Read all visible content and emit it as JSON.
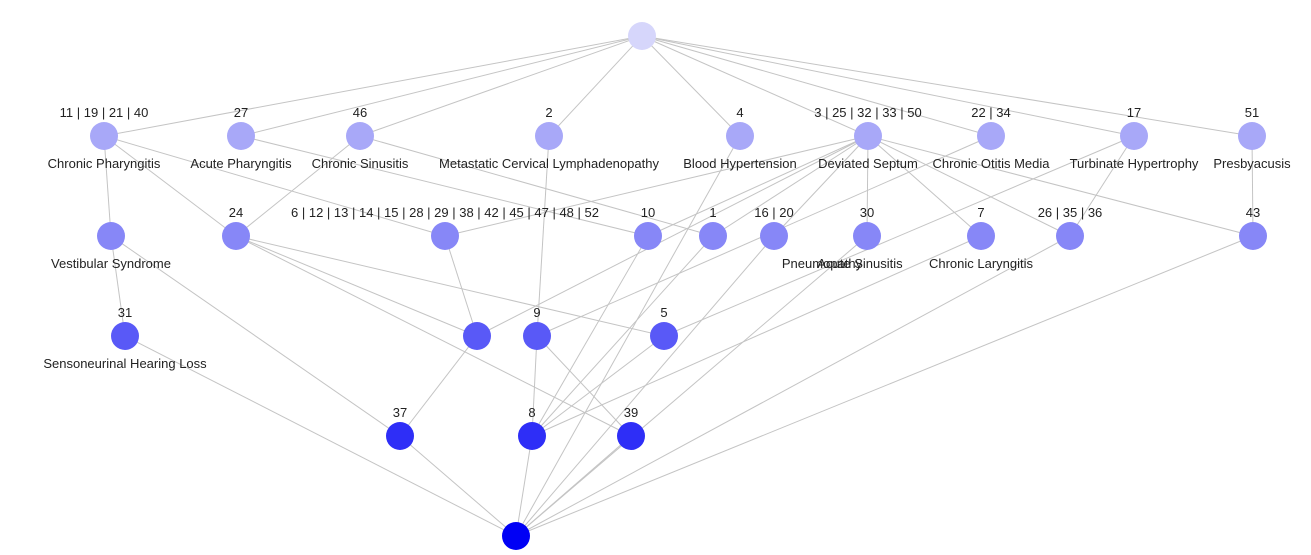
{
  "colors": {
    "level0": "#d6d6fb",
    "level1": "#a8a8f8",
    "level2": "#8787f7",
    "level3": "#5959f7",
    "level4": "#2e2ef7",
    "level5": "#0000f5",
    "edge": "#c4c4c4",
    "text": "#222222"
  },
  "nodes": [
    {
      "id": "top",
      "level": 0,
      "top": "",
      "bottom": ""
    },
    {
      "id": "n-11-19-21-40",
      "level": 1,
      "top": "11 | 19 | 21 | 40",
      "bottom": "Chronic Pharyngitis"
    },
    {
      "id": "n-27",
      "level": 1,
      "top": "27",
      "bottom": "Acute Pharyngitis"
    },
    {
      "id": "n-46",
      "level": 1,
      "top": "46",
      "bottom": "Chronic Sinusitis"
    },
    {
      "id": "n-2",
      "level": 1,
      "top": "2",
      "bottom": "Metastatic Cervical Lymphadenopathy"
    },
    {
      "id": "n-4",
      "level": 1,
      "top": "4",
      "bottom": "Blood Hypertension"
    },
    {
      "id": "n-3-25-32-33-50",
      "level": 1,
      "top": "3 | 25 | 32 | 33 | 50",
      "bottom": "Deviated Septum"
    },
    {
      "id": "n-22-34",
      "level": 1,
      "top": "22 | 34",
      "bottom": "Chronic Otitis Media"
    },
    {
      "id": "n-17",
      "level": 1,
      "top": "17",
      "bottom": "Turbinate Hypertrophy"
    },
    {
      "id": "n-51",
      "level": 1,
      "top": "51",
      "bottom": "Presbyacusis"
    },
    {
      "id": "vestibular",
      "level": 2,
      "top": "",
      "bottom": "Vestibular Syndrome"
    },
    {
      "id": "n-24",
      "level": 2,
      "top": "24",
      "bottom": ""
    },
    {
      "id": "n-6-group",
      "level": 2,
      "top": "6 | 12 | 13 | 14 | 15 | 28 | 29 | 38 | 42 | 45 | 47 | 48 | 52",
      "bottom": ""
    },
    {
      "id": "n-10",
      "level": 2,
      "top": "10",
      "bottom": ""
    },
    {
      "id": "n-1",
      "level": 2,
      "top": "1",
      "bottom": ""
    },
    {
      "id": "n-16-20",
      "level": 2,
      "top": "16 | 20",
      "bottom": "Pneumopathy"
    },
    {
      "id": "n-30",
      "level": 2,
      "top": "30",
      "bottom": "Acute Sinusitis"
    },
    {
      "id": "n-7",
      "level": 2,
      "top": "7",
      "bottom": "Chronic Laryngitis"
    },
    {
      "id": "n-26-35-36",
      "level": 2,
      "top": "26 | 35 | 36",
      "bottom": ""
    },
    {
      "id": "n-43",
      "level": 2,
      "top": "43",
      "bottom": ""
    },
    {
      "id": "n-31",
      "level": 3,
      "top": "31",
      "bottom": "Sensoneurinal Hearing Loss"
    },
    {
      "id": "n-x3",
      "level": 3,
      "top": "",
      "bottom": ""
    },
    {
      "id": "n-9",
      "level": 3,
      "top": "9",
      "bottom": ""
    },
    {
      "id": "n-5",
      "level": 3,
      "top": "5",
      "bottom": ""
    },
    {
      "id": "n-37",
      "level": 4,
      "top": "37",
      "bottom": ""
    },
    {
      "id": "n-8",
      "level": 4,
      "top": "8",
      "bottom": ""
    },
    {
      "id": "n-39",
      "level": 4,
      "top": "39",
      "bottom": ""
    },
    {
      "id": "bottom",
      "level": 5,
      "top": "",
      "bottom": ""
    }
  ],
  "edges": [
    [
      "top",
      "n-11-19-21-40"
    ],
    [
      "top",
      "n-27"
    ],
    [
      "top",
      "n-46"
    ],
    [
      "top",
      "n-2"
    ],
    [
      "top",
      "n-4"
    ],
    [
      "top",
      "n-3-25-32-33-50"
    ],
    [
      "top",
      "n-22-34"
    ],
    [
      "top",
      "n-17"
    ],
    [
      "top",
      "n-51"
    ],
    [
      "n-11-19-21-40",
      "vestibular"
    ],
    [
      "n-11-19-21-40",
      "n-24"
    ],
    [
      "n-11-19-21-40",
      "n-6-group"
    ],
    [
      "n-27",
      "n-10"
    ],
    [
      "n-46",
      "n-24"
    ],
    [
      "n-46",
      "n-1"
    ],
    [
      "n-2",
      "n-9"
    ],
    [
      "n-4",
      "bottom"
    ],
    [
      "n-3-25-32-33-50",
      "n-6-group"
    ],
    [
      "n-3-25-32-33-50",
      "n-10"
    ],
    [
      "n-3-25-32-33-50",
      "n-1"
    ],
    [
      "n-3-25-32-33-50",
      "n-16-20"
    ],
    [
      "n-3-25-32-33-50",
      "n-30"
    ],
    [
      "n-3-25-32-33-50",
      "n-7"
    ],
    [
      "n-3-25-32-33-50",
      "n-26-35-36"
    ],
    [
      "n-3-25-32-33-50",
      "n-43"
    ],
    [
      "n-3-25-32-33-50",
      "n-x3"
    ],
    [
      "n-22-34",
      "n-9"
    ],
    [
      "n-17",
      "n-26-35-36"
    ],
    [
      "n-17",
      "n-5"
    ],
    [
      "n-51",
      "n-43"
    ],
    [
      "vestibular",
      "n-31"
    ],
    [
      "vestibular",
      "n-37"
    ],
    [
      "n-24",
      "n-x3"
    ],
    [
      "n-24",
      "n-5"
    ],
    [
      "n-24",
      "n-39"
    ],
    [
      "n-6-group",
      "n-x3"
    ],
    [
      "n-10",
      "n-8"
    ],
    [
      "n-1",
      "n-8"
    ],
    [
      "n-16-20",
      "bottom"
    ],
    [
      "n-30",
      "bottom"
    ],
    [
      "n-7",
      "n-8"
    ],
    [
      "n-26-35-36",
      "bottom"
    ],
    [
      "n-43",
      "bottom"
    ],
    [
      "n-31",
      "bottom"
    ],
    [
      "n-x3",
      "n-37"
    ],
    [
      "n-9",
      "n-8"
    ],
    [
      "n-9",
      "n-39"
    ],
    [
      "n-5",
      "n-8"
    ],
    [
      "n-37",
      "bottom"
    ],
    [
      "n-8",
      "bottom"
    ],
    [
      "n-39",
      "bottom"
    ]
  ]
}
